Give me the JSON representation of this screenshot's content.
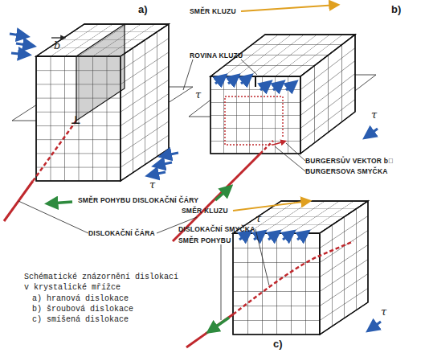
{
  "diagram": {
    "caption": "Schématické znázornění dislokací v krystalické mřížce",
    "labels": [
      "a)",
      "SMĚR KLUZU",
      "b)",
      "b",
      "ROVINA KLUZU",
      "τ",
      "⊥",
      "τ",
      "BURGERSŮV VEKTOR b⃗",
      "BURGERSOVA SMYČKA",
      "τ",
      "SMĚR POHYBU DISLOKAČNÍ ČÁRY",
      "DISLOKAČNÍ ČÁRA",
      "SMĚR KLUZU",
      "DISLOKAČNÍ SMYČKA",
      "τ",
      "SMĚR POHYBU",
      "a) hranová dislokace",
      "b) šroubová dislokace",
      "c) smíšená dislokace",
      "τ",
      "c)"
    ]
  }
}
